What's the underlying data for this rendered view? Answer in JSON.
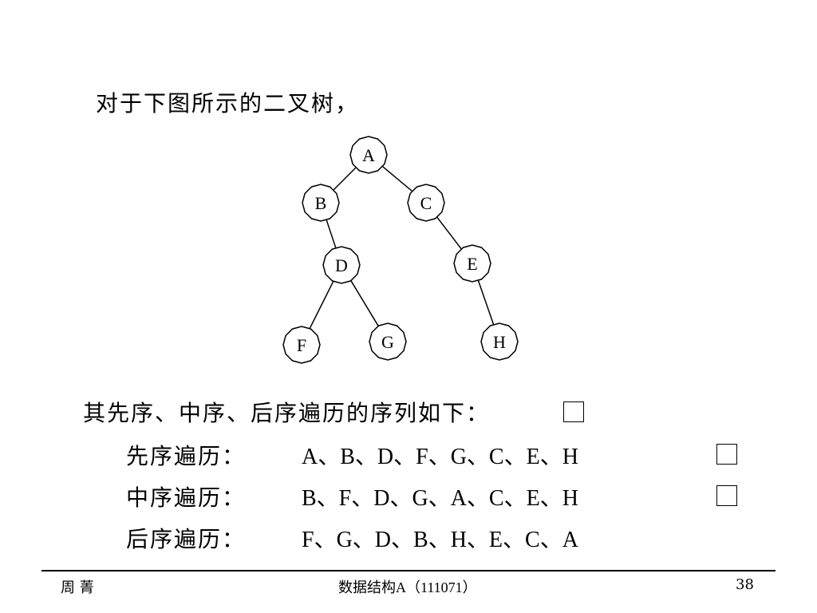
{
  "intro": "对于下图所示的二叉树，",
  "tree": {
    "nodes": [
      {
        "id": "A",
        "label": "A"
      },
      {
        "id": "B",
        "label": "B"
      },
      {
        "id": "C",
        "label": "C"
      },
      {
        "id": "D",
        "label": "D"
      },
      {
        "id": "E",
        "label": "E"
      },
      {
        "id": "F",
        "label": "F"
      },
      {
        "id": "G",
        "label": "G"
      },
      {
        "id": "H",
        "label": "H"
      }
    ],
    "edges": [
      [
        "A",
        "B"
      ],
      [
        "A",
        "C"
      ],
      [
        "B",
        "D"
      ],
      [
        "C",
        "E"
      ],
      [
        "D",
        "F"
      ],
      [
        "D",
        "G"
      ],
      [
        "E",
        "H"
      ]
    ]
  },
  "sequence_intro": "其先序、中序、后序遍历的序列如下：",
  "rows": [
    {
      "label": "先序遍历：",
      "value": "A、B、D、F、G、C、E、H"
    },
    {
      "label": "中序遍历：",
      "value": "B、F、D、G、A、C、E、H"
    },
    {
      "label": "后序遍历：",
      "value": "F、G、D、B、H、E、C、A"
    }
  ],
  "footer": {
    "author": "周 菁",
    "course": "数据结构A（111071）",
    "page": "38"
  }
}
